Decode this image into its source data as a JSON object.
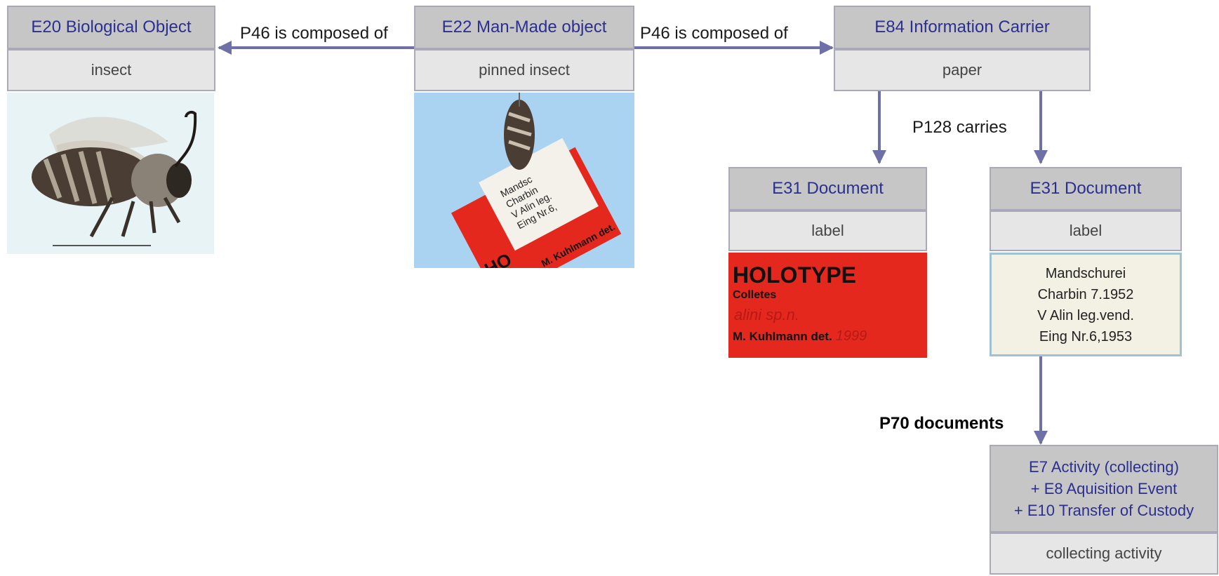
{
  "nodes": {
    "biological_object": {
      "class": "E20 Biological Object",
      "instance": "insect"
    },
    "man_made_object": {
      "class": "E22 Man-Made object",
      "instance": "pinned insect"
    },
    "information_carrier": {
      "class": "E84 Information Carrier",
      "instance": "paper"
    },
    "document_left": {
      "class": "E31 Document",
      "instance": "label"
    },
    "document_right": {
      "class": "E31 Document",
      "instance": "label"
    },
    "activity": {
      "class_lines": [
        "E7 Activity (collecting)",
        "+ E8 Aquisition Event",
        "+ E10 Transfer of Custody"
      ],
      "instance": "collecting activity"
    }
  },
  "relations": {
    "composed_left": "P46 is composed of",
    "composed_right": "P46 is composed of",
    "carries": "P128 carries",
    "documents": "P70 documents"
  },
  "label_red": {
    "line1": "HOLOTYPE",
    "line2": "Colletes",
    "line3": "alini sp.n.",
    "line4": "M. Kuhlmann det.",
    "year": "1999"
  },
  "label_white": {
    "line1": "Mandschurei",
    "line2": "Charbin 7.1952",
    "line3": "V Alin leg.vend.",
    "line4": "Eing Nr.6,1953"
  },
  "colors": {
    "header_bg": "#c6c6c6",
    "instance_bg": "#e6e6e6",
    "border": "#a9a9ba",
    "class_text": "#2b2f8f",
    "arrow": "#6f70a8",
    "red_label": "#e5281e",
    "photo_bg": "#a9d3f0"
  }
}
